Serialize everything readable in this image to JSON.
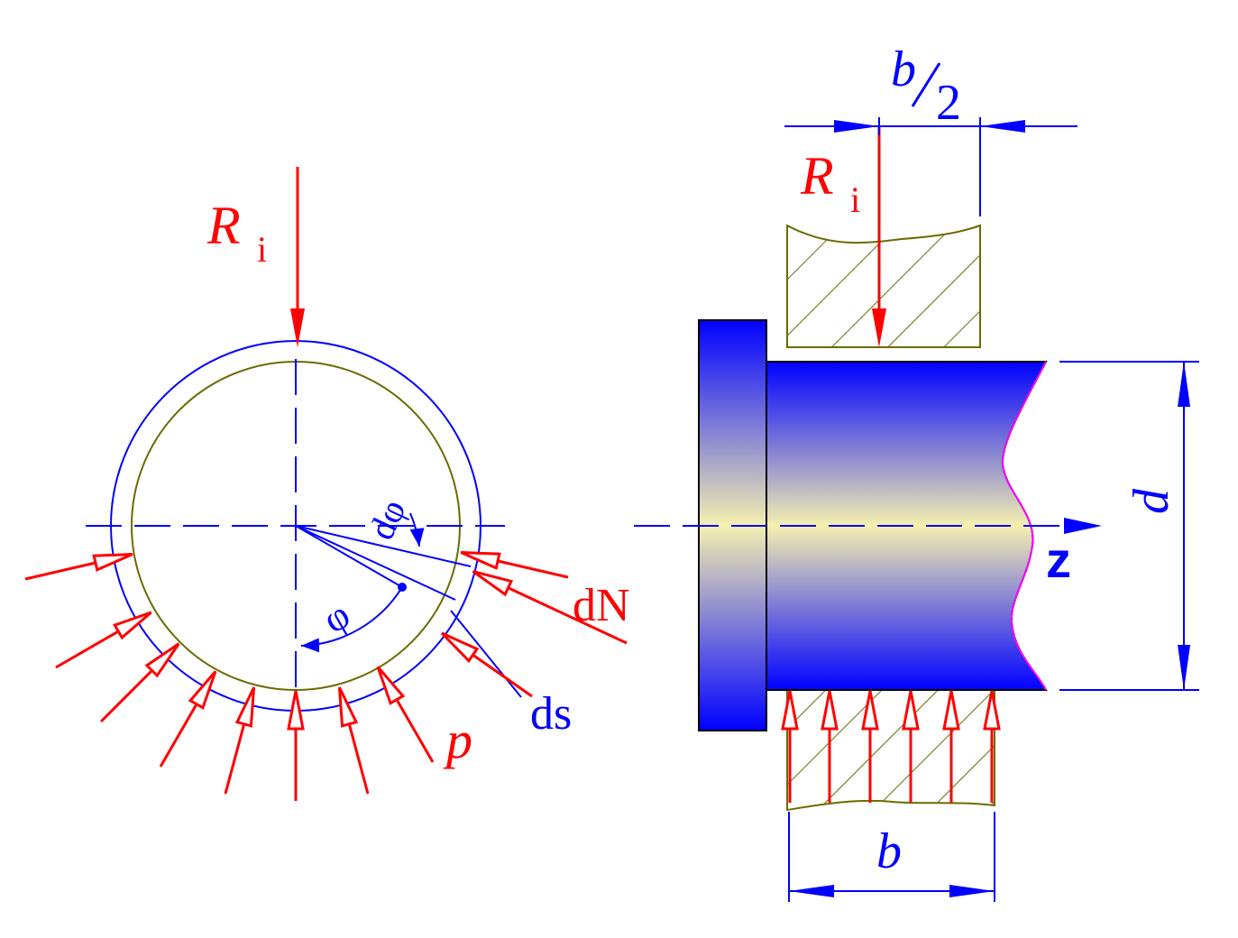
{
  "colors": {
    "force": "#ff0000",
    "geometry": "#0000ff",
    "bearing": "#6b6b00",
    "flange": "#0000ff",
    "shaft_light": "#f5f0b0",
    "break_line": "#ff00ff"
  },
  "left_view": {
    "load": {
      "symbol": "R",
      "subscript": "i"
    },
    "normal_force": "dN",
    "pressure": "p",
    "arc_element": "ds",
    "angle": "φ",
    "angle_increment": "dφ"
  },
  "right_view": {
    "load": {
      "symbol": "R",
      "subscript": "i"
    },
    "half_width": {
      "numerator": "b",
      "denominator": "2"
    },
    "width": "b",
    "diameter": "d",
    "axis": "z"
  }
}
